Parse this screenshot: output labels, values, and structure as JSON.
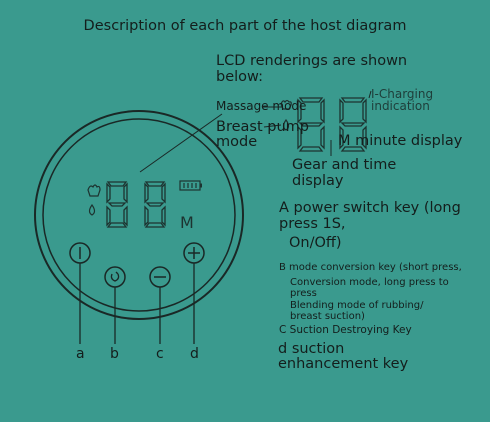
{
  "title": "Description of each part of the host diagram",
  "lcd_heading": [
    "LCD renderings are shown",
    "below:"
  ],
  "labels": {
    "massage_mode": "Massage mode",
    "breast_pump_mode": [
      "Breast pump",
      "mode"
    ],
    "charging_indication": [
      "I-Charging",
      "indication"
    ],
    "m_minute_display": "M minute display",
    "gear_time_display": [
      "Gear and time",
      "display"
    ],
    "m_glyph": "M"
  },
  "keys": {
    "a": [
      "A power switch key (long",
      "press 1S,"
    ],
    "a_onoff": "On/Off)",
    "b": "B mode conversion key (short press,",
    "b_line1": [
      "Conversion mode, long press to",
      "press"
    ],
    "b_line2": [
      "Blending mode of rubbing/",
      "breast suction)"
    ],
    "c": "C Suction Destroying Key",
    "d": [
      "d suction",
      "enhancement key"
    ]
  },
  "button_letters": [
    "a",
    "b",
    "c",
    "d"
  ],
  "colors": {
    "background": "#3a9a8e",
    "ink": "#141e1c",
    "device_ring": "#1a2826",
    "digit_segment": "#1d3330"
  }
}
